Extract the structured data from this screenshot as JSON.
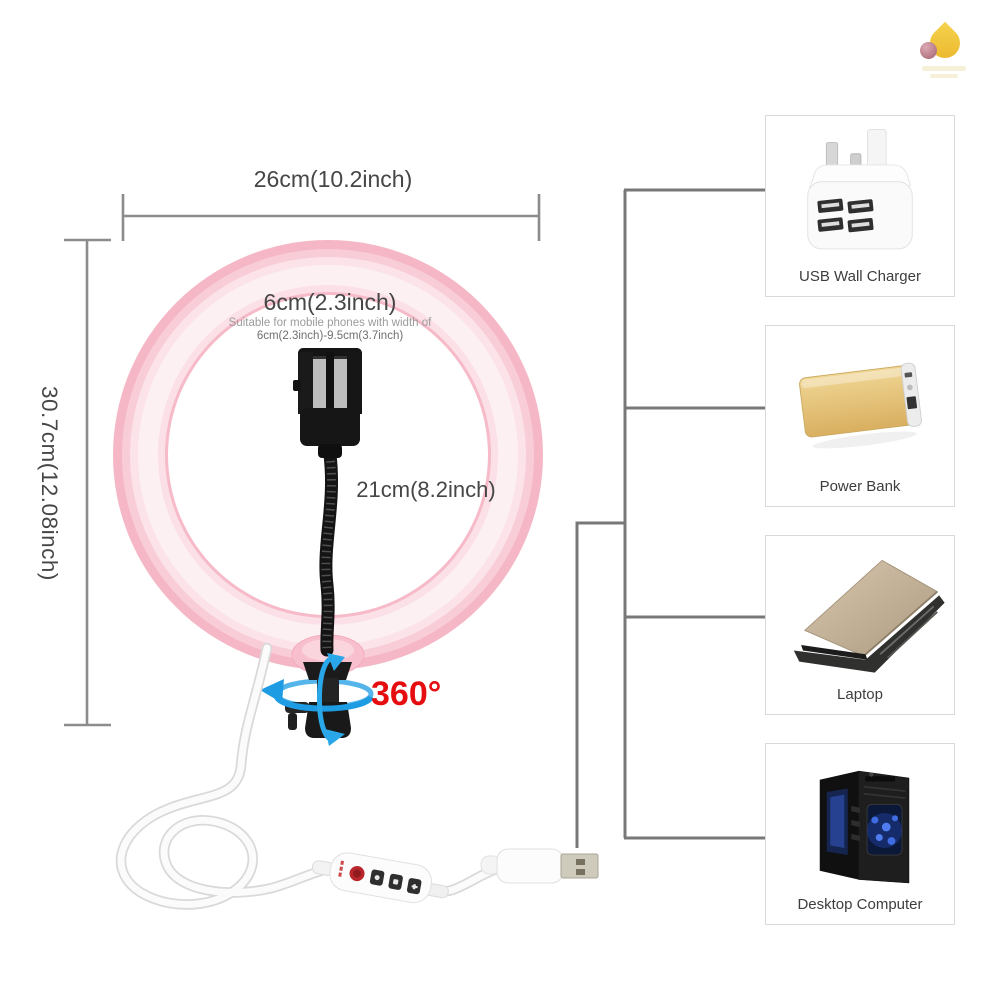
{
  "dimensions": {
    "outer_width": "26cm(10.2inch)",
    "outer_height": "30.7cm(12.08inch)",
    "inner_width": "21cm(8.2inch)",
    "clip_width": "6cm(2.3inch)",
    "clip_note_line1": "Suitable for mobile phones with width of",
    "clip_note_line2": "6cm(2.3inch)-9.5cm(3.7inch)"
  },
  "rotation": {
    "label": "360°"
  },
  "power_sources": [
    {
      "label": "USB Wall Charger",
      "icon": "usb-wall-charger-icon"
    },
    {
      "label": "Power Bank",
      "icon": "power-bank-icon"
    },
    {
      "label": "Laptop",
      "icon": "laptop-icon"
    },
    {
      "label": "Desktop Computer",
      "icon": "desktop-computer-icon"
    }
  ],
  "colors": {
    "ring_pink": "#f5b7c6",
    "ring_diffuser": "#fdf0f3",
    "accent_red": "#e60d10",
    "arrow_blue": "#1d9ce4",
    "connector_gray": "#787878",
    "dimension_gray": "#8c8c8c",
    "box_border": "#d9d9d9",
    "text_dark": "#464646",
    "text_muted": "#9b9b9b",
    "logo_gold": "#eebb35",
    "logo_pearl": "#b47682",
    "power_bank_gold": "#e3bd74"
  }
}
